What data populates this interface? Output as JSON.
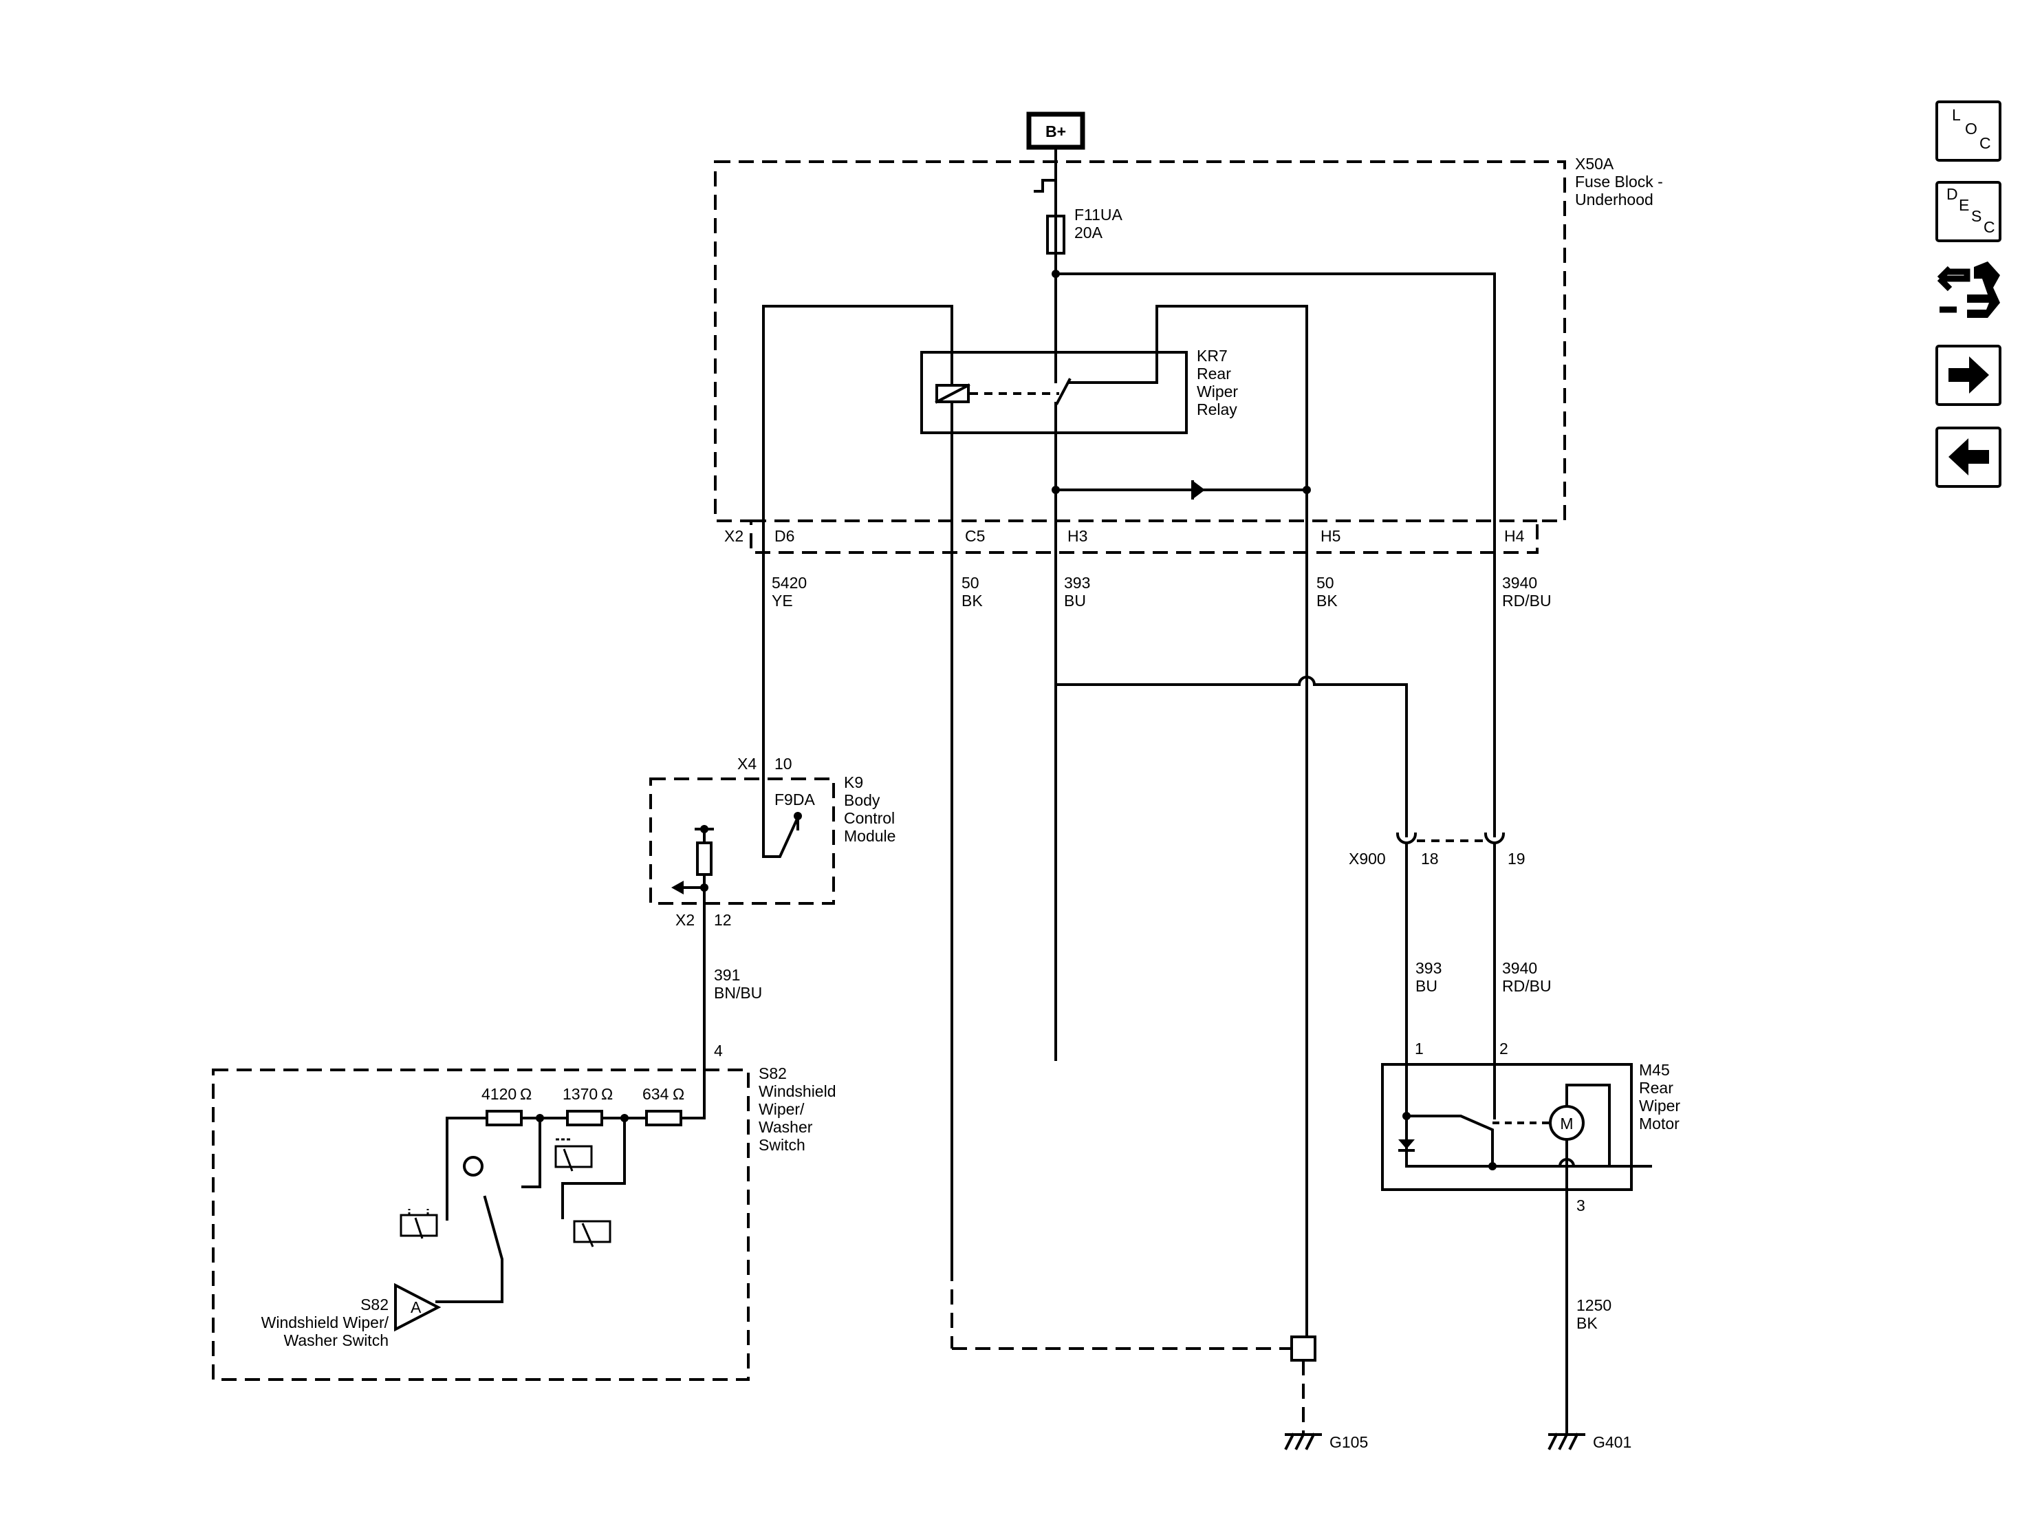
{
  "battery": {
    "label": "B+"
  },
  "fuse_block": {
    "id": "X50A",
    "name_line1": "Fuse Block -",
    "name_line2": "Underhood",
    "connector": "X2"
  },
  "fuse_main": {
    "id": "F11UA",
    "rating": "20A"
  },
  "relay": {
    "id": "KR7",
    "line1": "Rear",
    "line2": "Wiper",
    "line3": "Relay"
  },
  "pins_x50a": {
    "d6": "D6",
    "c5": "C5",
    "h3": "H3",
    "h5": "H5",
    "h4": "H4"
  },
  "wires": {
    "w5420": {
      "circuit": "5420",
      "color": "YE"
    },
    "w50a": {
      "circuit": "50",
      "color": "BK"
    },
    "w393a": {
      "circuit": "393",
      "color": "BU"
    },
    "w50b": {
      "circuit": "50",
      "color": "BK"
    },
    "w3940a": {
      "circuit": "3940",
      "color": "RD/BU"
    },
    "w391": {
      "circuit": "391",
      "color": "BN/BU"
    },
    "w393b": {
      "circuit": "393",
      "color": "BU"
    },
    "w3940b": {
      "circuit": "3940",
      "color": "RD/BU"
    },
    "w1250": {
      "circuit": "1250",
      "color": "BK"
    }
  },
  "bcm": {
    "id": "K9",
    "line1": "Body",
    "line2": "Control",
    "line3": "Module",
    "conn_top": "X4",
    "pin_top": "10",
    "conn_bottom": "X2",
    "pin_bottom": "12",
    "fuse": "F9DA"
  },
  "switch_module": {
    "id": "S82",
    "line1": "Windshield",
    "line2": "Wiper/",
    "line3": "Washer",
    "line4": "Switch",
    "pin": "4",
    "r1": "4120",
    "r2": "1370",
    "r3": "634",
    "ohm": "Ω",
    "sub_id": "S82",
    "sub_line1": "Windshield Wiper/",
    "sub_line2": "Washer Switch",
    "sub_symbol": "A"
  },
  "inline_conn": {
    "id": "X900",
    "pin1": "18",
    "pin2": "19"
  },
  "motor": {
    "id": "M45",
    "line1": "Rear",
    "line2": "Wiper",
    "line3": "Motor",
    "pin1": "1",
    "pin2": "2",
    "pin3": "3",
    "symbol": "M"
  },
  "grounds": {
    "g1": "G105",
    "g2": "G401"
  },
  "nav": {
    "loc": {
      "l": "L",
      "o": "O",
      "c": "C"
    },
    "desc": {
      "d": "D",
      "e": "E",
      "s": "S",
      "c": "C"
    }
  }
}
